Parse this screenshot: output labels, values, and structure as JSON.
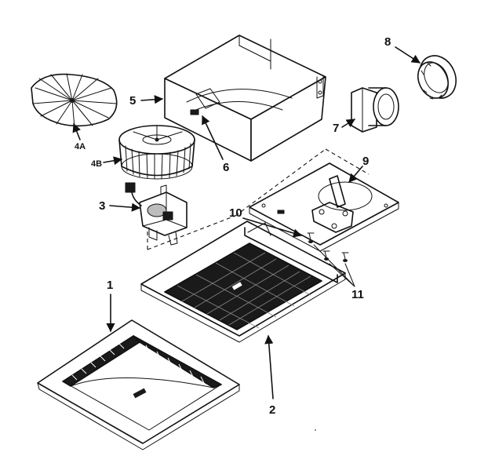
{
  "callouts": {
    "c1": "1",
    "c2": "2",
    "c3": "3",
    "c4a": "4A",
    "c4b": "4B",
    "c5": "5",
    "c6": "6",
    "c7": "7",
    "c8": "8",
    "c9": "9",
    "c10": "10",
    "c11": "11"
  },
  "colors": {
    "ink": "#111111",
    "background": "#ffffff"
  }
}
